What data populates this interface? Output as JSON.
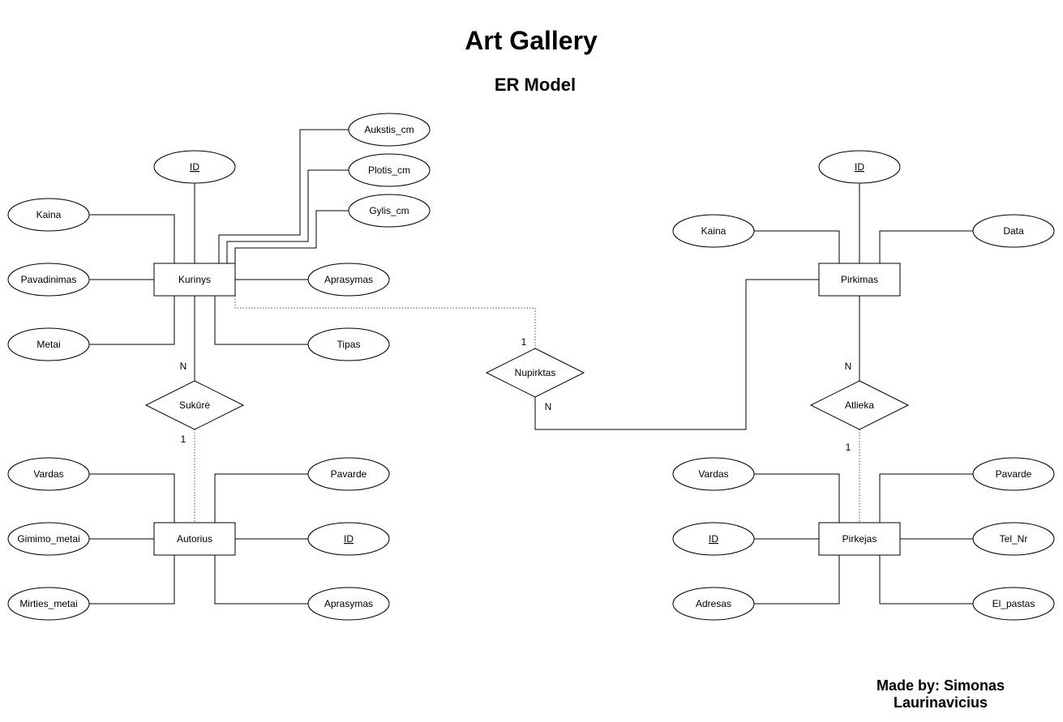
{
  "title": "Art Gallery",
  "subtitle": "ER Model",
  "credit": [
    "Made by: Simonas",
    "Laurinavicius"
  ],
  "entities": {
    "kurinys": "Kurinys",
    "autorius": "Autorius",
    "pirkimas": "Pirkimas",
    "pirkejas": "Pirkejas"
  },
  "relationships": {
    "sukure": "Sukūrė",
    "nupirktas": "Nupirktas",
    "atlieka": "Atlieka"
  },
  "attributes": {
    "kurinys": {
      "id": "ID",
      "kaina": "Kaina",
      "pavadinimas": "Pavadinimas",
      "metai": "Metai",
      "aukstis": "Aukstis_cm",
      "plotis": "Plotis_cm",
      "gylis": "Gylis_cm",
      "aprasymas": "Aprasymas",
      "tipas": "Tipas"
    },
    "autorius": {
      "vardas": "Vardas",
      "gimimo_metai": "Gimimo_metai",
      "mirties_metai": "Mirties_metai",
      "pavarde": "Pavarde",
      "id": "ID",
      "aprasymas": "Aprasymas"
    },
    "pirkimas": {
      "id": "ID",
      "kaina": "Kaina",
      "data": "Data"
    },
    "pirkejas": {
      "vardas": "Vardas",
      "id": "ID",
      "adresas": "Adresas",
      "pavarde": "Pavarde",
      "tel_nr": "Tel_Nr",
      "el_pastas": "El_pastas"
    }
  },
  "cardinalities": {
    "sukure_kurinys": "N",
    "sukure_autorius": "1",
    "nupirktas_kurinys": "1",
    "nupirktas_pirkimas": "N",
    "atlieka_pirkimas": "N",
    "atlieka_pirkejas": "1"
  }
}
